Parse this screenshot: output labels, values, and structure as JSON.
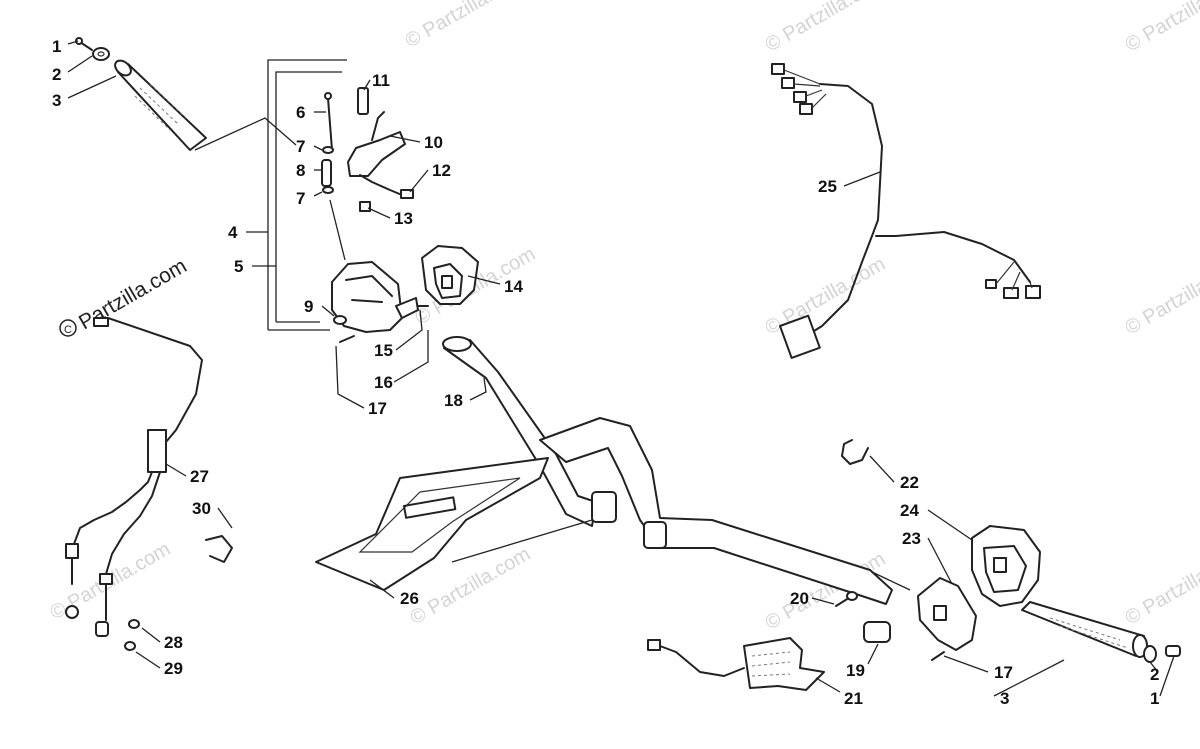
{
  "watermark": {
    "brand": "Partzilla.com",
    "faint_text": "© Partzilla.com"
  },
  "callouts": [
    {
      "id": "c1a",
      "label": "1"
    },
    {
      "id": "c2a",
      "label": "2"
    },
    {
      "id": "c3a",
      "label": "3"
    },
    {
      "id": "c4",
      "label": "4"
    },
    {
      "id": "c5",
      "label": "5"
    },
    {
      "id": "c6",
      "label": "6"
    },
    {
      "id": "c7a",
      "label": "7"
    },
    {
      "id": "c8",
      "label": "8"
    },
    {
      "id": "c7b",
      "label": "7"
    },
    {
      "id": "c9",
      "label": "9"
    },
    {
      "id": "c10",
      "label": "10"
    },
    {
      "id": "c11",
      "label": "11"
    },
    {
      "id": "c12",
      "label": "12"
    },
    {
      "id": "c13",
      "label": "13"
    },
    {
      "id": "c14",
      "label": "14"
    },
    {
      "id": "c15",
      "label": "15"
    },
    {
      "id": "c16",
      "label": "16"
    },
    {
      "id": "c17a",
      "label": "17"
    },
    {
      "id": "c18",
      "label": "18"
    },
    {
      "id": "c25",
      "label": "25"
    },
    {
      "id": "c27",
      "label": "27"
    },
    {
      "id": "c30",
      "label": "30"
    },
    {
      "id": "c28",
      "label": "28"
    },
    {
      "id": "c29",
      "label": "29"
    },
    {
      "id": "c26",
      "label": "26"
    },
    {
      "id": "c22",
      "label": "22"
    },
    {
      "id": "c24",
      "label": "24"
    },
    {
      "id": "c23",
      "label": "23"
    },
    {
      "id": "c20",
      "label": "20"
    },
    {
      "id": "c19",
      "label": "19"
    },
    {
      "id": "c21",
      "label": "21"
    },
    {
      "id": "c17b",
      "label": "17"
    },
    {
      "id": "c3b",
      "label": "3"
    },
    {
      "id": "c2b",
      "label": "2"
    },
    {
      "id": "c1b",
      "label": "1"
    }
  ]
}
